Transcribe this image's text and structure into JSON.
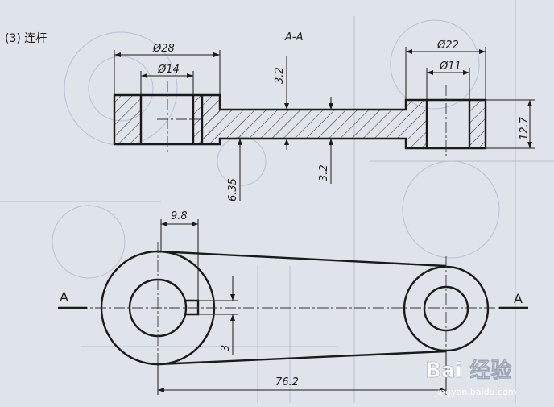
{
  "title": "(3) 连杆",
  "section_label": "A-A",
  "dimensions": {
    "d28": "Ø28",
    "d14": "Ø14",
    "d22": "Ø22",
    "d11": "Ø11",
    "web_top": "3.2",
    "web_bottom": "3.2",
    "fillet": "6.35",
    "height_right": "12.7",
    "keyway_offset": "9.8",
    "keyway_width": "3",
    "center_distance": "76.2"
  },
  "cutting_plane": {
    "left": "A",
    "right": "A"
  },
  "watermark": {
    "brand": "Bai 经验",
    "url": "jingyan.baidu.com"
  }
}
